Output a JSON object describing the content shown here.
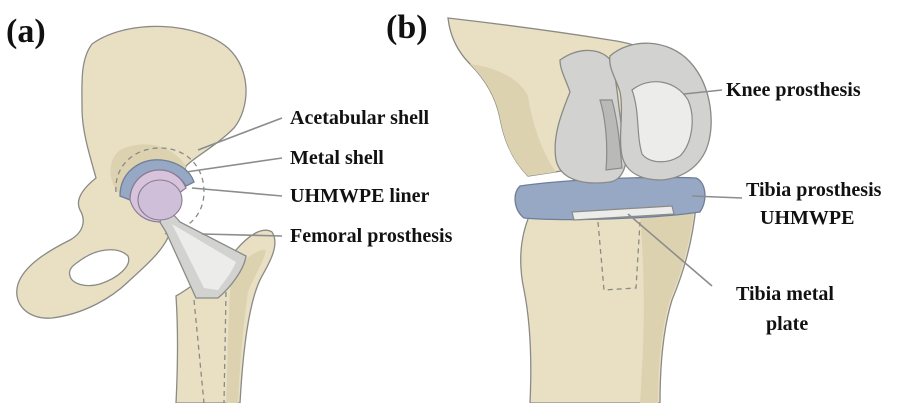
{
  "panels": {
    "a": {
      "label": "(a)",
      "callouts": {
        "acetabular_shell": "Acetabular shell",
        "metal_shell": "Metal shell",
        "uhmwpe_liner": "UHMWPE liner",
        "femoral_prosthesis": "Femoral prosthesis"
      }
    },
    "b": {
      "label": "(b)",
      "callouts": {
        "knee_prosthesis": "Knee prosthesis",
        "tibia_prosthesis_line1": "Tibia prosthesis",
        "tibia_prosthesis_line2": "UHMWPE",
        "tibia_plate_line1": "Tibia metal",
        "tibia_plate_line2": "plate"
      }
    }
  },
  "colors": {
    "bone": "#e9e0c4",
    "metal": "#d2d3d0",
    "polyethylene": "#96a8c4",
    "liner": "#d8c3dc"
  }
}
